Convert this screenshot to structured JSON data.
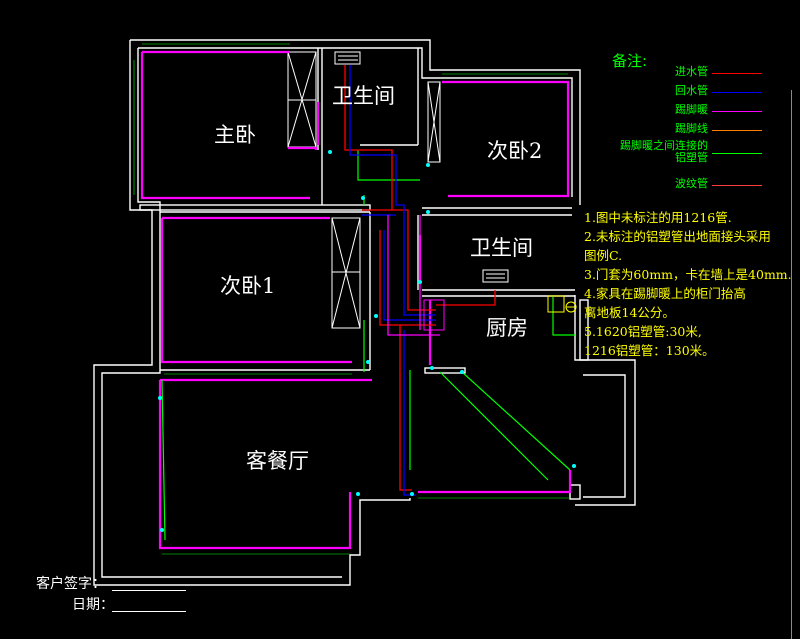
{
  "rooms": {
    "master_bedroom": "主卧",
    "bathroom_top": "卫生间",
    "bedroom2": "次卧2",
    "bedroom1": "次卧1",
    "bathroom_mid": "卫生间",
    "kitchen": "厨房",
    "living_dining": "客餐厅"
  },
  "legend": {
    "title": "备注:",
    "items": [
      {
        "label": "进水管",
        "color": "#ff0000"
      },
      {
        "label": "回水管",
        "color": "#0000ff"
      },
      {
        "label": "踢脚暖",
        "color": "#ff00ff"
      },
      {
        "label": "踢脚线",
        "color": "#ff7f00"
      },
      {
        "label": "踢脚暖之间连接的铝塑管",
        "color": "#00ff00"
      },
      {
        "label": "波纹管",
        "color": "#ff3f3f"
      }
    ]
  },
  "notes": [
    "1.图中未标注的用1216管.",
    "2.未标注的铝塑管出地面接头采用",
    "  图例C.",
    "3.门套为60mm，卡在墙上是40mm.",
    "  4.家具在踢脚暖上的柜门抬高",
    "     离地板14公分。",
    "5.1620铝塑管:30米,",
    "  1216铝塑管：130米。"
  ],
  "signature": {
    "customer_label": "客户签字：",
    "date_label": "日期："
  },
  "colors": {
    "wall": "#ffffff",
    "baseboard_heater": "#ff00ff",
    "supply_pipe": "#ff0000",
    "return_pipe": "#0000ff",
    "connector_pipe": "#00ff00",
    "note_text": "#ffff00",
    "legend_text": "#00ff00"
  }
}
